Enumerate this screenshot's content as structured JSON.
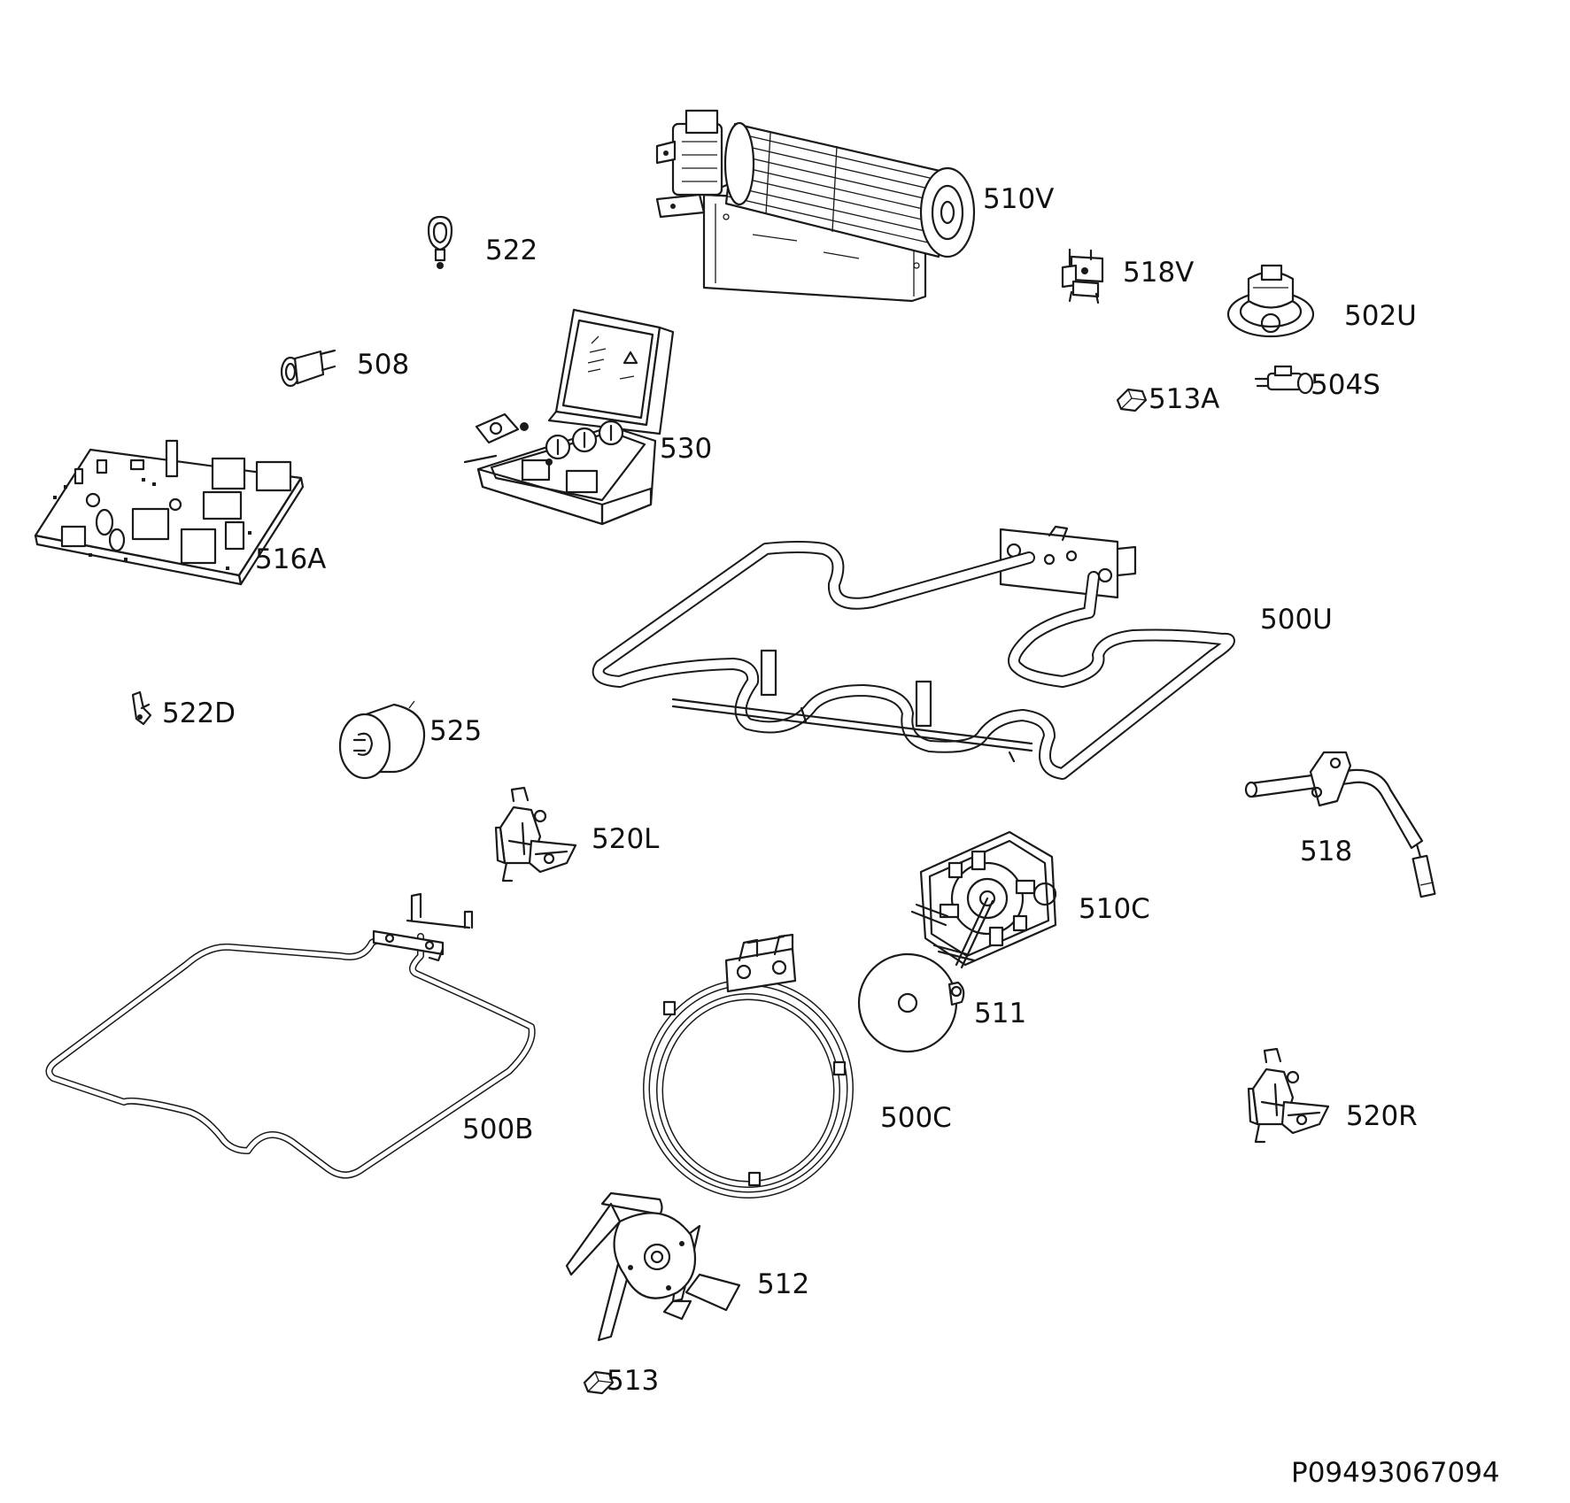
{
  "diagram": {
    "document_id": "P09493067094",
    "parts": [
      {
        "key": "p510V",
        "label": "510V",
        "icon": "tangential-fan-icon"
      },
      {
        "key": "p522",
        "label": "522",
        "icon": "cable-clip-icon"
      },
      {
        "key": "p518V",
        "label": "518V",
        "icon": "thermostat-icon"
      },
      {
        "key": "p502U",
        "label": "502U",
        "icon": "lamp-holder-icon"
      },
      {
        "key": "p508",
        "label": "508",
        "icon": "indicator-lamp-icon"
      },
      {
        "key": "p513A",
        "label": "513A",
        "icon": "nut-icon"
      },
      {
        "key": "p504S",
        "label": "504S",
        "icon": "lamp-bulb-icon"
      },
      {
        "key": "p530",
        "label": "530",
        "icon": "terminal-block-icon"
      },
      {
        "key": "p516A",
        "label": "516A",
        "icon": "circuit-board-icon"
      },
      {
        "key": "p500U",
        "label": "500U",
        "icon": "grill-element-icon"
      },
      {
        "key": "p522D",
        "label": "522D",
        "icon": "small-clip-icon"
      },
      {
        "key": "p525",
        "label": "525",
        "icon": "capacitor-icon"
      },
      {
        "key": "p520L",
        "label": "520L",
        "icon": "door-hinge-left-icon"
      },
      {
        "key": "p518",
        "label": "518",
        "icon": "temperature-sensor-icon"
      },
      {
        "key": "p510C",
        "label": "510C",
        "icon": "fan-motor-icon"
      },
      {
        "key": "p511",
        "label": "511",
        "icon": "fan-plate-icon"
      },
      {
        "key": "p500B",
        "label": "500B",
        "icon": "bottom-element-icon"
      },
      {
        "key": "p500C",
        "label": "500C",
        "icon": "circular-element-icon"
      },
      {
        "key": "p520R",
        "label": "520R",
        "icon": "door-hinge-right-icon"
      },
      {
        "key": "p512",
        "label": "512",
        "icon": "fan-blade-icon"
      },
      {
        "key": "p513",
        "label": "513",
        "icon": "nut-icon"
      }
    ]
  }
}
